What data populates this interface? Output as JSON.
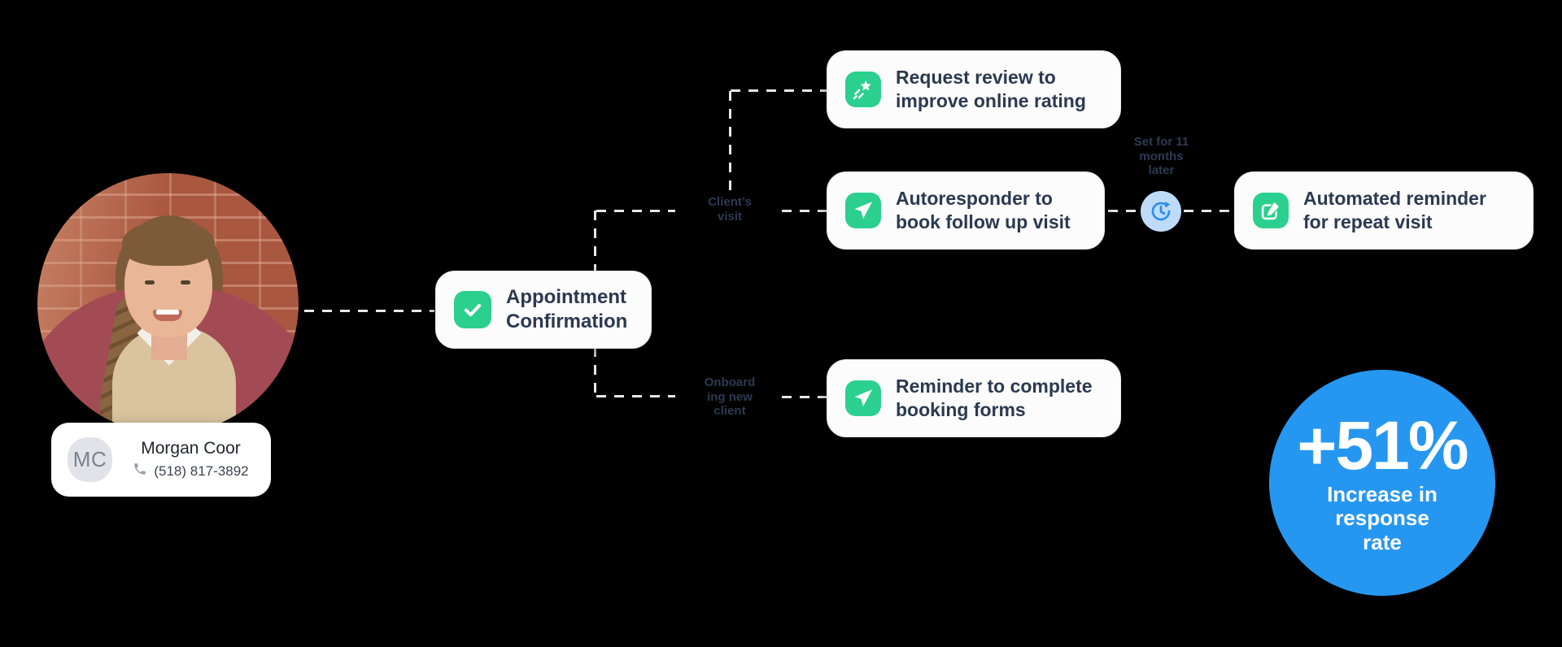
{
  "colors": {
    "background": "#000000",
    "card_bg": "#fcfcfd",
    "accent_green": "#2bd08e",
    "accent_blue": "#2697f1",
    "delay_bubble_blue": "#bedcf8",
    "text_navy": "#2b3950",
    "dash_gray": "#e7e7e7"
  },
  "client": {
    "initials": "MC",
    "name": "Morgan Coor",
    "phone": "(518) 817-3892",
    "phone_icon": "phone-icon",
    "photo": "client-photo"
  },
  "flow": {
    "root": {
      "label": "Appointment Confirmation",
      "icon": "check-icon"
    },
    "branch_labels": {
      "clients_visit": "Client’s visit",
      "onboarding": "Onboarding new client"
    },
    "nodes": [
      {
        "label": "Request review to improve online rating",
        "icon": "shooting-star-icon"
      },
      {
        "label": "Autoresponder to book follow up visit",
        "icon": "send-icon"
      },
      {
        "label": "Reminder to complete booking forms",
        "icon": "send-icon"
      },
      {
        "label": "Automated reminder for repeat visit",
        "icon": "edit-icon"
      }
    ],
    "delay": {
      "label": "Set for 11 months later",
      "icon": "clock-history-icon"
    }
  },
  "stat": {
    "value": "+51%",
    "caption": "Increase in response rate"
  }
}
